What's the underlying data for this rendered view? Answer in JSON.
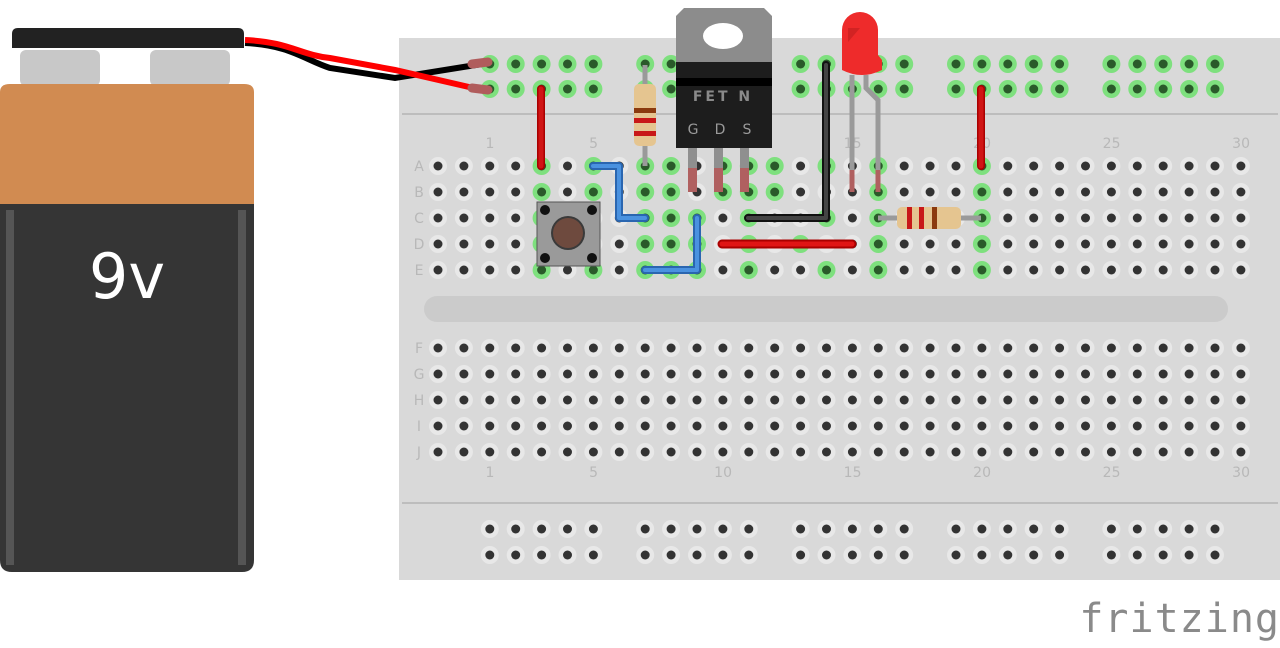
{
  "app": {
    "brand": "fritzing"
  },
  "battery": {
    "label": "9v",
    "colors": {
      "top": "#d18b51",
      "body": "#353535",
      "clip": "#222222"
    }
  },
  "breadboard": {
    "rows_top": [
      "A",
      "B",
      "C",
      "D",
      "E"
    ],
    "rows_bottom": [
      "F",
      "G",
      "H",
      "I",
      "J"
    ],
    "column_labels": [
      "1",
      "5",
      "10",
      "15",
      "20",
      "25",
      "30"
    ],
    "columns": 30,
    "colors": {
      "board": "#d9d9d9",
      "hole": "#333333",
      "connected": "#7ee07e",
      "channel": "#cbcbcb"
    }
  },
  "components": {
    "transistor": {
      "label": "FET N",
      "pins": [
        "G",
        "D",
        "S"
      ]
    },
    "led": {
      "color": "#ee2b2b"
    },
    "pushbutton": {
      "cap_color": "#6e4a3e"
    },
    "resistors": [
      {
        "name": "gate-resistor"
      },
      {
        "name": "led-resistor"
      }
    ]
  },
  "wires": [
    {
      "name": "battery-red-wire",
      "color": "#ff0000"
    },
    {
      "name": "battery-black-wire",
      "color": "#000000"
    },
    {
      "name": "rail-to-a3-wire",
      "color": "#cc1111"
    },
    {
      "name": "a5-c7-blue-wire",
      "color": "#3d86d6"
    },
    {
      "name": "c9-e9-blue-wire",
      "color": "#3d86d6"
    },
    {
      "name": "c11-c14-black-wire",
      "color": "#222222"
    },
    {
      "name": "d11-d16-red-wire",
      "color": "#cc1111"
    },
    {
      "name": "rail-to-a20-wire",
      "color": "#cc1111"
    }
  ]
}
